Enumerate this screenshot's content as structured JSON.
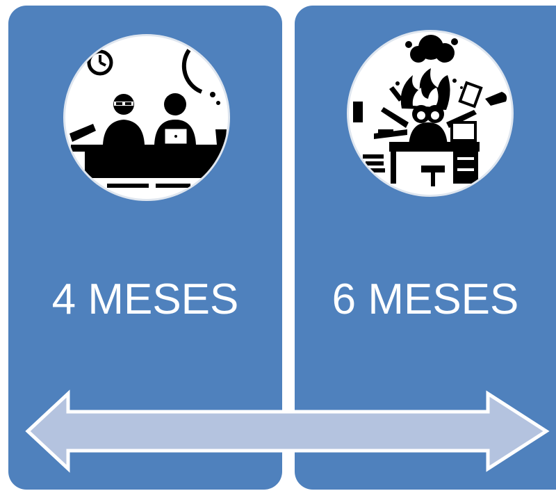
{
  "panels": [
    {
      "label": "4 MESES",
      "icon": "people-at-desk-icon"
    },
    {
      "label": "6 MESES",
      "icon": "stressed-worker-on-fire-icon"
    }
  ],
  "colors": {
    "panel": "#4f81bd",
    "arrow_fill": "#b4c3df",
    "arrow_stroke": "#ffffff",
    "label": "#ffffff"
  },
  "arrow": {
    "direction": "bidirectional"
  }
}
